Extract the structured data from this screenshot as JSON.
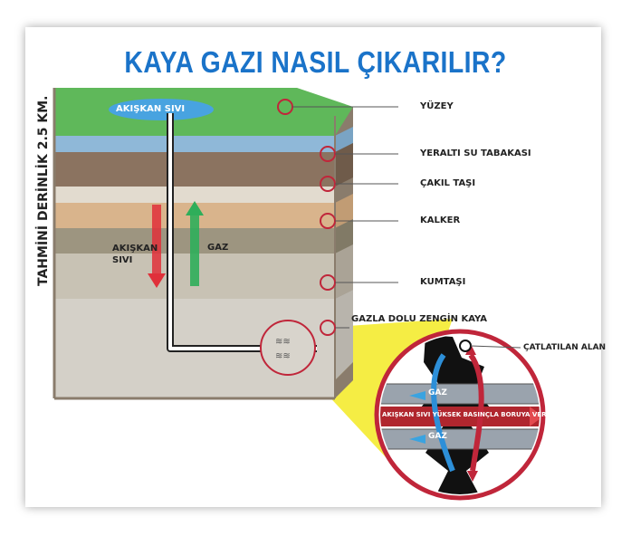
{
  "title": "KAYA GAZI NASIL ÇIKARILIR?",
  "depth_label": "TAHMİNİ DERİNLİK 2.5 KM.",
  "fluid_top_label": "AKIŞKAN SIVI",
  "flow_fluid_label": "AKIŞKAN\nSIVI",
  "flow_gas_label": "GAZ",
  "layers": [
    {
      "label": "YÜZEY",
      "color": "#5fb85a"
    },
    {
      "label": "YERALTI SU TABAKASI",
      "color": "#8fb8d8"
    },
    {
      "label": "ÇAKIL TAŞI",
      "color": "#8b7360"
    },
    {
      "label": "KALKER",
      "color": "#d9b48c"
    },
    {
      "label": "KUMTAŞI",
      "color": "#b6ae9e"
    },
    {
      "label": "GAZLA DOLU ZENGİN KAYA",
      "color": "#d4d0c8"
    }
  ],
  "zoom": {
    "fracture_label": "ÇATLATILAN ALAN",
    "gas_label_top": "GAZ",
    "gas_label_bottom": "GAZ",
    "pipe_text": "AKIŞKAN SIVI  YÜKSEK BASINÇLA BORUYA VERİLİYOR"
  },
  "colors": {
    "title": "#1a73c9",
    "marker": "#c0263a",
    "arrow_down": "#e0303a",
    "arrow_up": "#2fae5a",
    "highlight": "#f4ec3a",
    "gas_arrow": "#3aa3e0"
  }
}
